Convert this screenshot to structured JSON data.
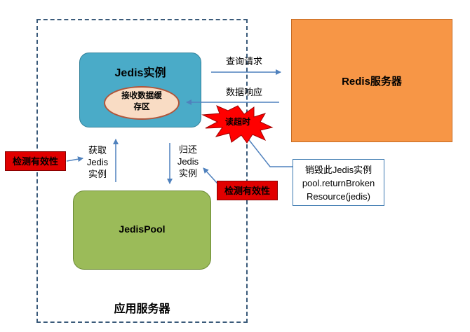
{
  "app_server": {
    "label": "应用服务器"
  },
  "jedis_instance": {
    "title": "Jedis实例",
    "buffer_line1": "接收数据缓",
    "buffer_line2": "存区"
  },
  "jedis_pool": {
    "title": "JedisPool"
  },
  "redis_server": {
    "title": "Redis服务器"
  },
  "edges": {
    "query": "查询请求",
    "response": "数据响应",
    "get_line1": "获取",
    "get_line2": "Jedis",
    "get_line3": "实例",
    "return_line1": "归还",
    "return_line2": "Jedis",
    "return_line3": "实例"
  },
  "badges": {
    "check_left": "检测有效性",
    "check_right": "检测有效性"
  },
  "timeout": {
    "label": "读超时"
  },
  "note": {
    "line1": "销毁此Jedis实例",
    "line2": "pool.returnBroken",
    "line3": "Resource(jedis)"
  },
  "colors": {
    "jedis_box": "#4aabc8",
    "pool_box": "#9bbb59",
    "redis_box": "#f79646",
    "badge": "#e00000",
    "arrow": "#4f81bd",
    "burst": "#ff0000"
  }
}
